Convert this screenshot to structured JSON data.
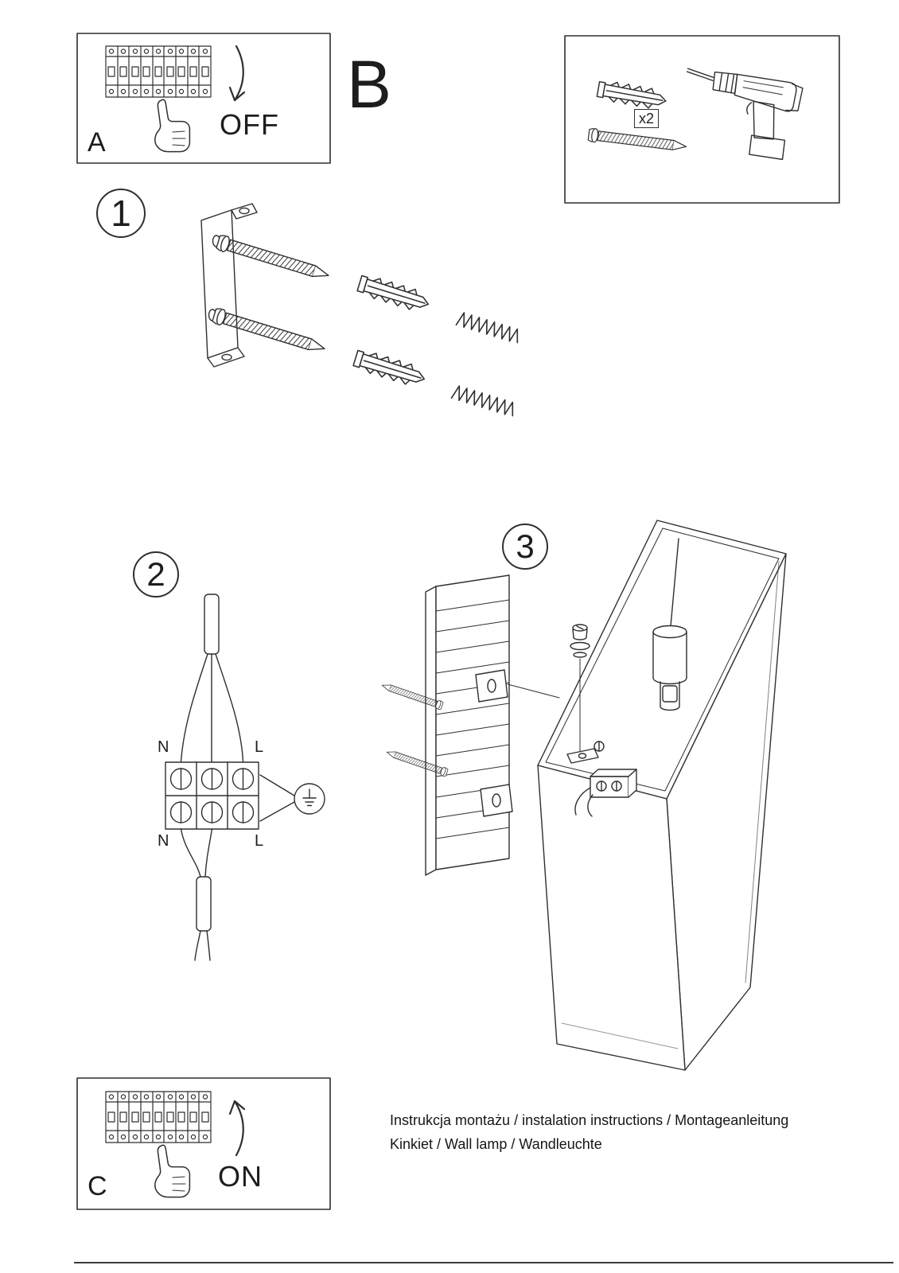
{
  "panel_a": {
    "label": "A",
    "state": "OFF"
  },
  "panel_b": {
    "label": "B",
    "quantity": "x2"
  },
  "panel_c": {
    "label": "C",
    "state": "ON"
  },
  "step1": {
    "number": "1"
  },
  "step2": {
    "number": "2",
    "labels": {
      "n_top": "N",
      "l_top": "L",
      "n_bottom": "N",
      "l_bottom": "L"
    }
  },
  "step3": {
    "number": "3"
  },
  "footer": {
    "line1": "Instrukcja montażu / instalation instructions / Montageanleitung",
    "line2": "Kinkiet / Wall lamp / Wandleuchte"
  },
  "colors": {
    "line": "#2f2f2f",
    "background": "#ffffff"
  }
}
